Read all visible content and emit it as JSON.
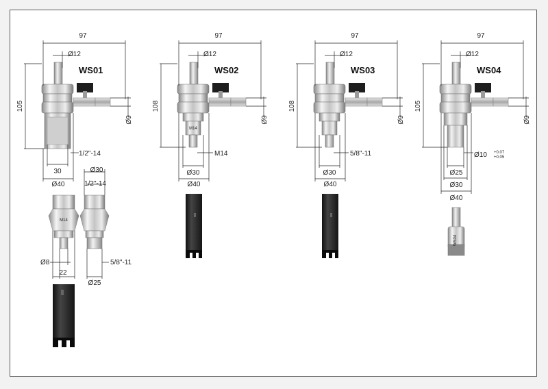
{
  "colors": {
    "steel_light": "#e6e6e6",
    "steel_mid": "#b8b8b8",
    "steel_dark": "#7a7a7a",
    "black_part": "#1e1e1e",
    "brass": "#c9c9c9"
  },
  "models": [
    {
      "id": "WS01",
      "width": "97",
      "height": "105",
      "shank": "Ø12",
      "hose": "Ø9",
      "thread": "1/2\"-14",
      "base": "30",
      "body": "Ø40"
    },
    {
      "id": "WS02",
      "width": "97",
      "height": "108",
      "shank": "Ø12",
      "hose": "Ø9",
      "thread": "M14",
      "base": "Ø30",
      "body": "Ø40"
    },
    {
      "id": "WS03",
      "width": "97",
      "height": "108",
      "shank": "Ø12",
      "hose": "Ø9",
      "thread": "5/8\"-11",
      "base": "Ø30",
      "body": "Ø40"
    },
    {
      "id": "WS04",
      "width": "97",
      "height": "105",
      "shank": "Ø12",
      "hose": "Ø9",
      "spigot": "Ø10",
      "tol_plus": "+0.07",
      "tol_minus": "+0.05",
      "base": "Ø25",
      "mid": "Ø30",
      "body": "Ø40"
    }
  ],
  "adapters": {
    "top_dia": "Ø30",
    "top_thread": "1/2\"-14",
    "left_bottom_dia": "Ø8",
    "left_width": "22",
    "right_bottom_dia": "Ø25",
    "right_thread": "5/8\"-11",
    "marking_1": "M14",
    "marking_2": "M14"
  },
  "bit_marking": "WS04"
}
